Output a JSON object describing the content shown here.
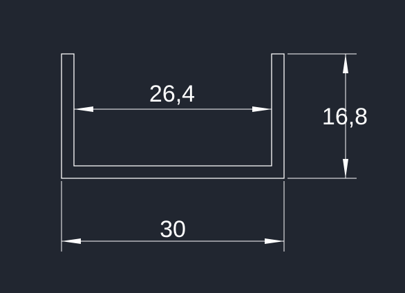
{
  "drawing": {
    "background_color": "#212630",
    "line_color": "#ffffff",
    "dimensions": {
      "inner_width": "26,4",
      "outer_width": "30",
      "height": "16,8"
    }
  }
}
